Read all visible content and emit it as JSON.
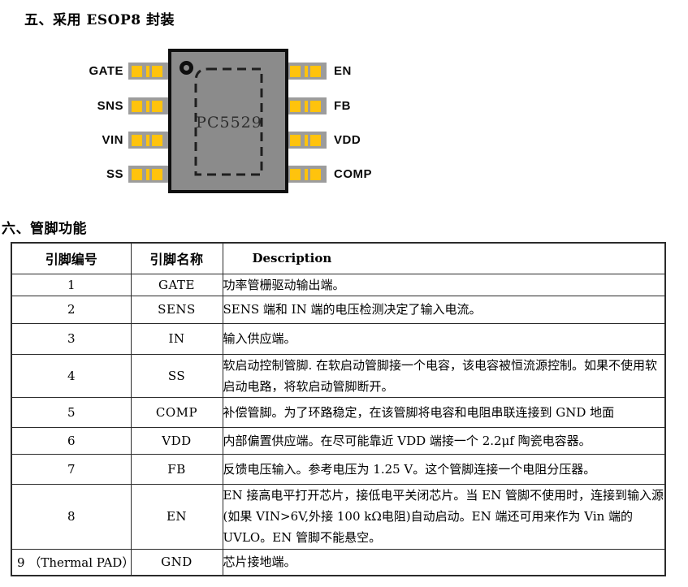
{
  "page": {
    "section5_title": "五、采用 ESOP8 封装",
    "section6_title": "六、管脚功能"
  },
  "chip": {
    "name": "PC5529",
    "package": "ESOP8",
    "left_pins": [
      "GATE",
      "SNS",
      "VIN",
      "SS"
    ],
    "right_pins": [
      "EN",
      "FB",
      "VDD",
      "COMP"
    ],
    "colors": {
      "body_gray": "#8B8B8B",
      "pin_gray": "#9C9C9C",
      "pad_yellow": "#FFC30D",
      "outline_black": "#0F0F0F"
    }
  },
  "pin_table": {
    "headers": [
      "引脚编号",
      "引脚名称",
      "Description"
    ],
    "rows": [
      {
        "num": "1",
        "name": "GATE",
        "desc": "功率管栅驱动输出端。"
      },
      {
        "num": "2",
        "name": "SENS",
        "desc": "SENS 端和 IN 端的电压检测决定了输入电流。"
      },
      {
        "num": "3",
        "name": "IN",
        "desc": "输入供应端。"
      },
      {
        "num": "4",
        "name": "SS",
        "desc": "软启动控制管脚. 在软启动管脚接一个电容，该电容被恒流源控制。如果不使用软启动电路，将软启动管脚断开。"
      },
      {
        "num": "5",
        "name": "COMP",
        "desc": "补偿管脚。为了环路稳定，在该管脚将电容和电阻串联连接到 GND 地面"
      },
      {
        "num": "6",
        "name": "VDD",
        "desc": "内部偏置供应端。在尽可能靠近 VDD 端接一个 2.2μf 陶瓷电容器。"
      },
      {
        "num": "7",
        "name": "FB",
        "desc": "反馈电压输入。参考电压为 1.25 V。这个管脚连接一个电阻分压器。"
      },
      {
        "num": "8",
        "name": "EN",
        "desc": "EN 接高电平打开芯片，接低电平关闭芯片。当 EN 管脚不使用时，连接到输入源(如果 VIN>6V,外接 100 kΩ电阻)自动启动。EN 端还可用来作为 Vin 端的  UVLO。EN 管脚不能悬空。"
      },
      {
        "num": "9 （Thermal PAD）",
        "name": "GND",
        "desc": "芯片接地端。"
      }
    ]
  }
}
